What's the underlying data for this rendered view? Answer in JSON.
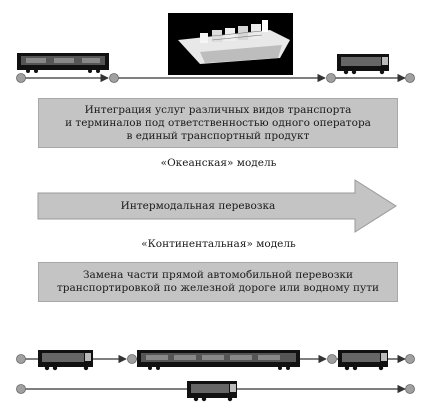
{
  "boxes": {
    "integration": "Интеграция услуг различных видов транспорта\nи терминалов под ответственностью одного оператора\nв единый транспортный продукт",
    "replacement": "Замена части прямой автомобильной перевозки\nтранспортировкой по железной дороге или водному пути"
  },
  "captions": {
    "ocean_model": "«Океанская» модель",
    "continental_model": "«Континентальная» модель"
  },
  "arrow": {
    "label": "Интермодальная перевозка"
  },
  "icons": {
    "ship": "container-ship-icon",
    "train": "train-car-icon",
    "truck": "truck-icon",
    "node": "node-circle-icon"
  },
  "colors": {
    "box_fill": "#c4c4c4",
    "line": "#333333",
    "node": "#a0a0a0",
    "vehicle": "#111111"
  }
}
